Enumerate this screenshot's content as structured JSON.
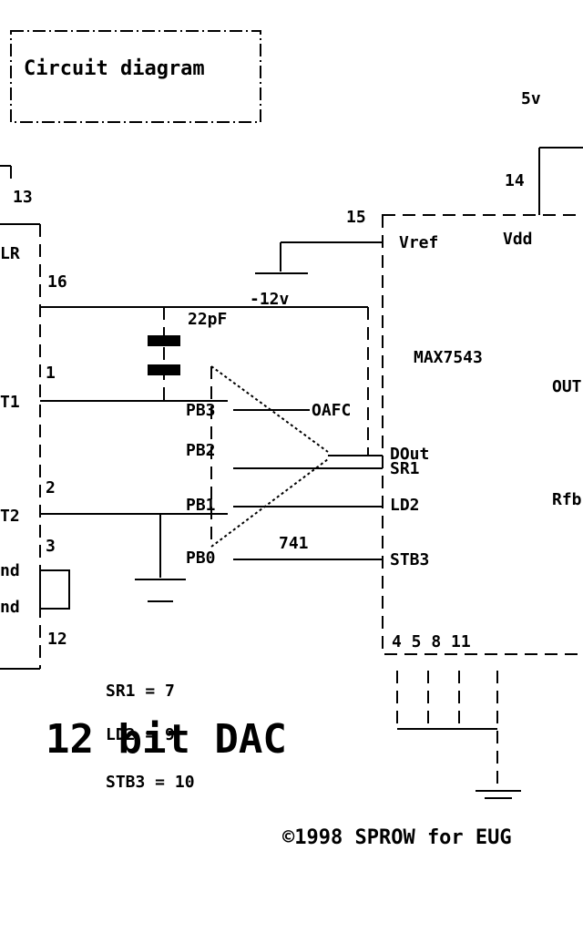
{
  "title": "Circuit diagram",
  "labels": {
    "pin13": "13",
    "pin14": "14",
    "pin15": "15",
    "pin16": "16",
    "pin1": "1",
    "pin2": "2",
    "pin3": "3",
    "pin12": "12",
    "clk": "LR",
    "t1": "T1",
    "t2": "T2",
    "gnd1": "nd",
    "gnd2": "nd",
    "ref_left": "Vref",
    "vdd": "Vdd",
    "vdd_supply": "5v",
    "neg12": "-12v",
    "cap": "22pF",
    "chip": "MAX7543",
    "out": "OUT",
    "rfb": "Rfb",
    "pb3": "PB3",
    "pb2": "PB2",
    "pb1": "PB1",
    "pb0": "PB0",
    "oa_pin": "OAFC",
    "dout": "DOut",
    "opamp": "741",
    "sr1": "SR1",
    "ld2": "LD2",
    "stb3": "STB3",
    "pins_bottom": "4 5 8 11",
    "sr1_eq": "SR1 = 7",
    "ld2_eq": "LD2 = 9",
    "stb3_eq": "STB3 = 10",
    "dac": "12 bit DAC",
    "copyright": "©1998 SPROW for EUG"
  }
}
